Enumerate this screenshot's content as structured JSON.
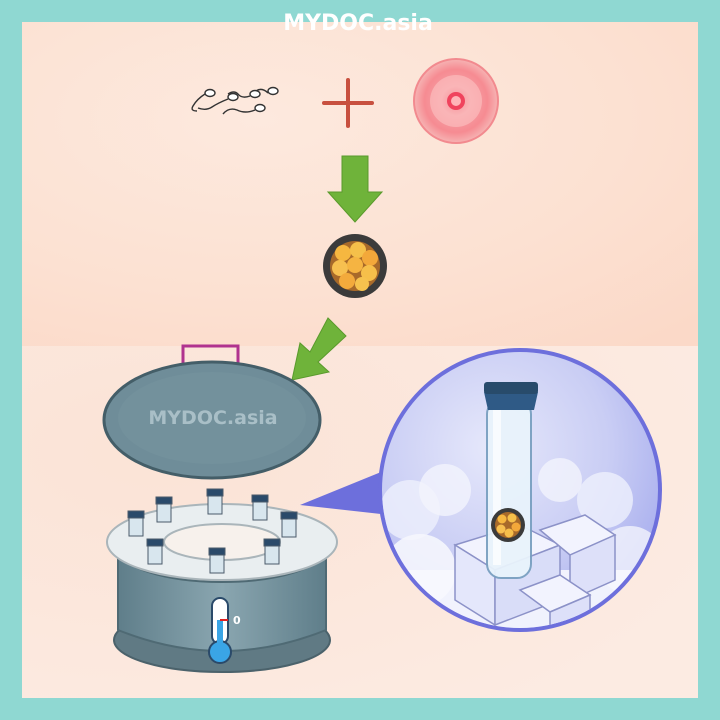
{
  "brand": {
    "logo_top": "MYDOC.asia",
    "logo_lid": "MYDOC.asia"
  },
  "thermometer": {
    "reading": "0"
  },
  "colors": {
    "frame": "#8fd8d2",
    "arrow": "#6fb33a",
    "plus": "#c8503f",
    "egg": "#f05a6e",
    "tank": "#6f8f9b",
    "lid": "#6f8d99",
    "handle": "#b0338f",
    "bubble_edge": "#6d6fdc",
    "vial_cap": "#284b6b",
    "mercury": "#3aa5e6",
    "embryo": "#f3a23a"
  },
  "icons": {
    "sperm": "sperm-icon",
    "plus": "plus-icon",
    "egg": "egg-cell-icon",
    "arrow": "arrow-down-icon",
    "embryo": "embryo-icon",
    "tank": "cryo-tank-icon",
    "thermometer": "thermometer-icon",
    "ice": "ice-cube-icon"
  }
}
